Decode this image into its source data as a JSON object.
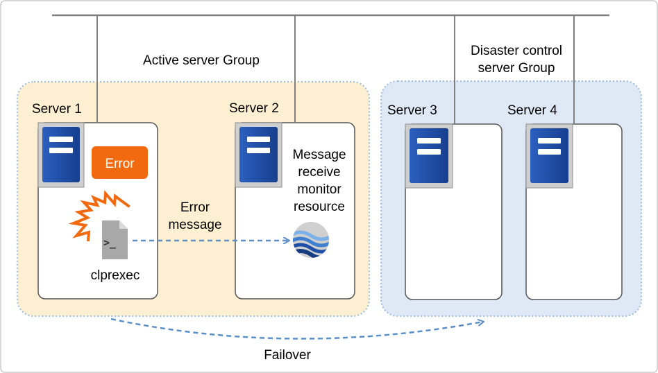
{
  "groups": {
    "active": {
      "title": "Active server Group"
    },
    "disaster": {
      "title_line1": "Disaster control",
      "title_line2": "server Group"
    }
  },
  "servers": {
    "server1": {
      "label": "Server 1"
    },
    "server2": {
      "label": "Server 2"
    },
    "server3": {
      "label": "Server 3"
    },
    "server4": {
      "label": "Server 4"
    }
  },
  "error_badge": {
    "label": "Error"
  },
  "command": {
    "label": "clprexec",
    "prompt": ">_"
  },
  "error_message": {
    "line1": "Error",
    "line2": "message"
  },
  "monitor": {
    "line1": "Message",
    "line2": "receive",
    "line3": "monitor",
    "line4": "resource"
  },
  "failover": {
    "label": "Failover"
  },
  "colors": {
    "active_group_fill": "#FDF0D2",
    "disaster_group_fill": "#DFE9F5",
    "group_border": "#9FBFE0",
    "server_blue": "#1E4FA8",
    "error_orange": "#F26A10",
    "arrow_blue": "#5A8FC8"
  }
}
